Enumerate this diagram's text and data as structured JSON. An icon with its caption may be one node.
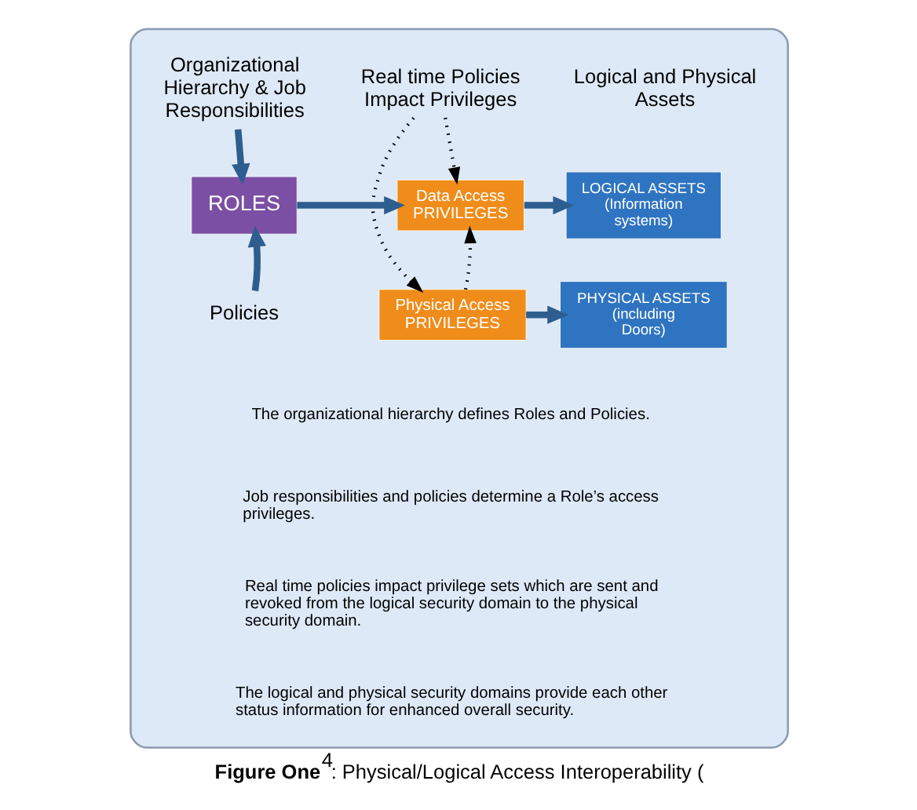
{
  "diagram": {
    "caption": "**Figure One**$^{4}$: Physical/Logical Access Interoperability (",
    "nodes": [
      {
        "text": [],
        "shape": "box"
      },
      {
        "text": [
          "Organizational Hierarchy & Job Responsibilities"
        ],
        "in": 0
      },
      {
        "text": [
          "Real time Policies Impact Privileges"
        ],
        "in": 0
      },
      {
        "text": [
          "ROLES"
        ],
        "in": 0
      },
      {
        "text": [
          "Data Access PRIVILEGES"
        ],
        "in": 0
      },
      {
        "text": [
          "LOGICAL ASSETS (Information systems)"
        ],
        "in": 0
      },
      {
        "text": [
          "Policies"
        ],
        "in": 0
      },
      {
        "text": [
          "Physical Access PRIVILEGES"
        ],
        "in": 0
      },
      {
        "text": [
          "PHYSICAL ASSETS (including Doors)"
        ],
        "in": 0
      }
    ],
    "edges": [
      {
        "from": 1,
        "to": 3,
        "arrow": "to"
      },
      {
        "from": 6,
        "to": 3,
        "arrow": "to"
      },
      {
        "from": 3,
        "to": 4,
        "arrow": "to"
      },
      {
        "from": 4,
        "to": 5,
        "arrow": "to"
      },
      {
        "from": 7,
        "to": 8,
        "arrow": "to"
      },
      {
        "from": 2,
        "to": 4,
        "arrow": "to",
        "style": "dashed",
        "color": "#000000"
      },
      {
        "from": 2,
        "to": 7,
        "arrow": "to",
        "style": "dashed",
        "color": "#000000"
      },
      {
        "from": 7,
        "to": 4,
        "arrow": "to",
        "style": "dashed",
        "color": "#000000"
      }
    ],
    "labels": [
      "Logical and Physical Assets",
      "The organizational hierarchy defines Roles and Policies.",
      "Job responsibilities and policies determine a Role’s access privileges.",
      "Real time policies impact privilege sets which are sent and revoked from the logical security domain to the physical security domain.",
      "The logical and physical security domains provide each other status information for enhanced overall security."
    ]
  }
}
